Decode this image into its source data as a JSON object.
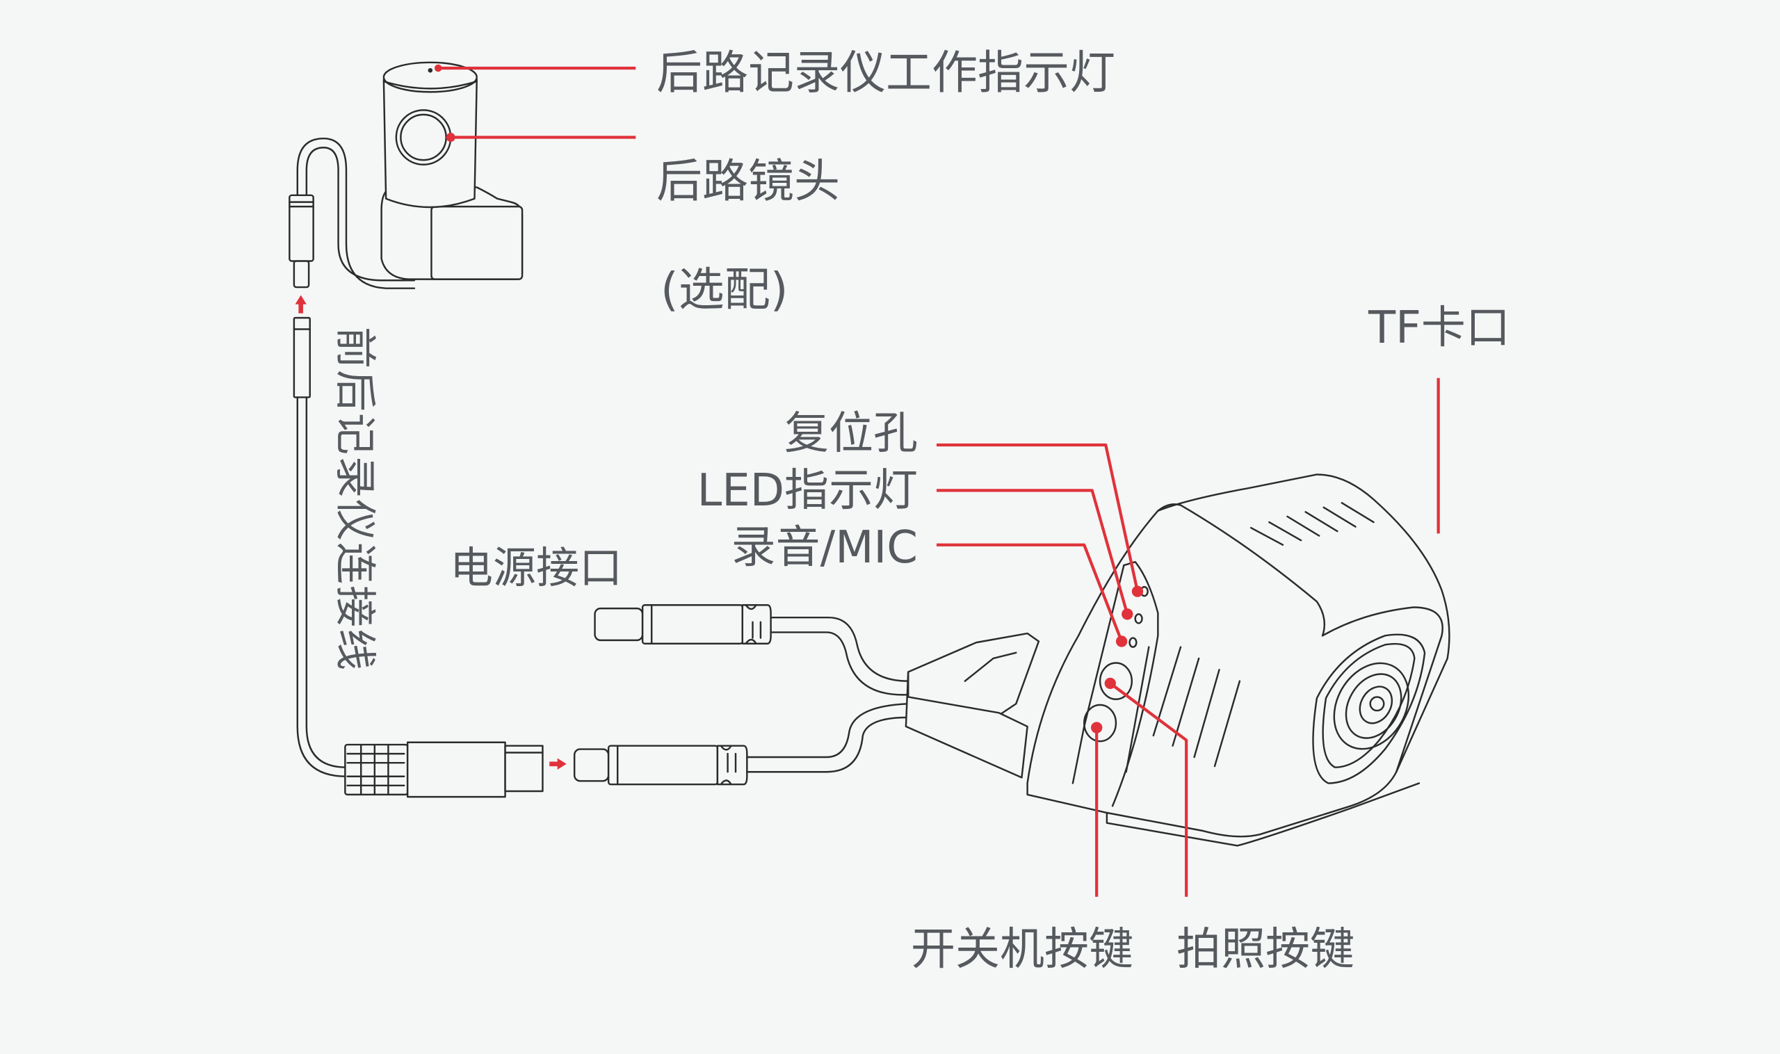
{
  "diagram": {
    "title": "Dash camera front/rear connection diagram",
    "accent_color": "#e0323a",
    "text_color": "#565a5e",
    "background_color": "#f5f6f6",
    "rear_camera": {
      "labels": {
        "work_indicator": "后路记录仪工作指示灯",
        "rear_lens": "后路镜头",
        "optional": "(选配)"
      }
    },
    "cable": {
      "label": "前后记录仪连接线"
    },
    "power": {
      "label": "电源接口"
    },
    "main_camera": {
      "labels": {
        "tf_slot": "TF卡口",
        "reset_hole": "复位孔",
        "led_indicator": "LED指示灯",
        "mic": "录音/MIC",
        "power_button": "开关机按键",
        "photo_button": "拍照按键"
      }
    }
  }
}
